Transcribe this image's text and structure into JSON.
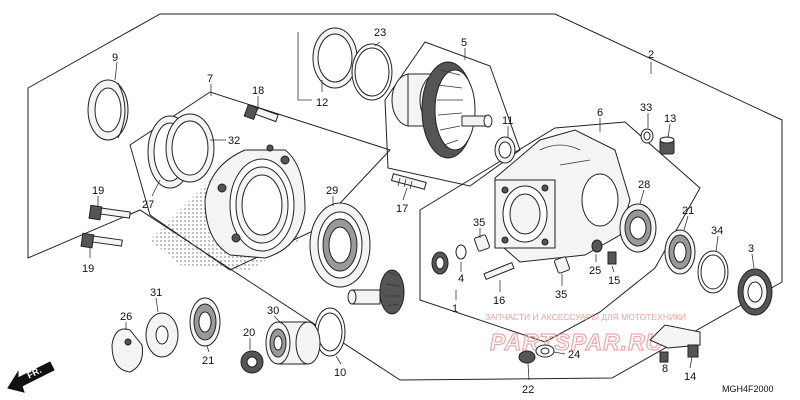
{
  "callouts": {
    "n1": "1",
    "n2": "2",
    "n3": "3",
    "n4": "4",
    "n5": "5",
    "n6": "6",
    "n7": "7",
    "n8": "8",
    "n9": "9",
    "n10": "10",
    "n11": "11",
    "n12": "12",
    "n13": "13",
    "n14": "14",
    "n15": "15",
    "n16": "16",
    "n17": "17",
    "n18": "18",
    "n19a": "19",
    "n19b": "19",
    "n20": "20",
    "n21a": "21",
    "n21b": "21",
    "n22": "22",
    "n23": "23",
    "n24": "24",
    "n25": "25",
    "n26": "26",
    "n27": "27",
    "n28": "28",
    "n29": "29",
    "n30": "30",
    "n31": "31",
    "n32": "32",
    "n33": "33",
    "n34": "34",
    "n35a": "35",
    "n35b": "35"
  },
  "front_arrow_label": "FR.",
  "diagram_code": "MGH4F2000",
  "watermark": {
    "line1": "ЗАПЧАСТИ И АКСЕССУАРЫ ДЛЯ МОТОТЕХНИКИ",
    "line2": "PARTSPAR.RU"
  },
  "colors": {
    "line": "#222222",
    "watermark": "#e7a4a4",
    "background": "#ffffff"
  }
}
